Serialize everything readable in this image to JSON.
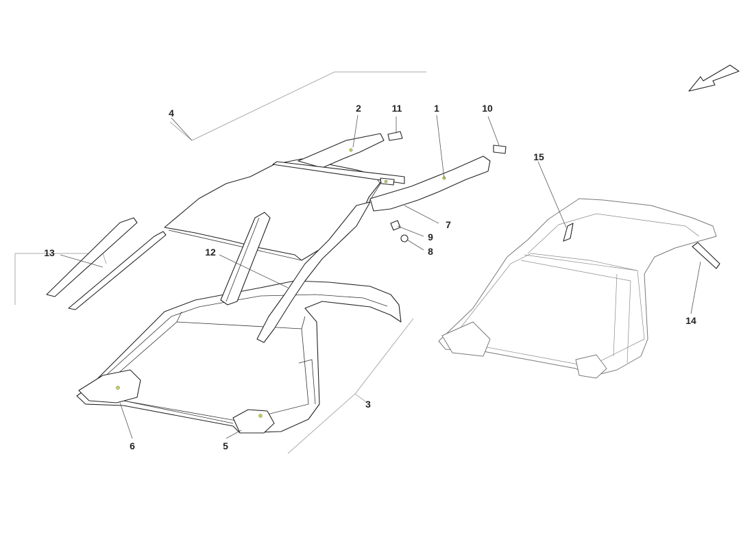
{
  "callouts": {
    "c1": "1",
    "c2": "2",
    "c3": "3",
    "c4": "4",
    "c5": "5",
    "c6": "6",
    "c7": "7",
    "c8": "8",
    "c9": "9",
    "c10": "10",
    "c11": "11",
    "c12": "12",
    "c13": "13",
    "c14": "14",
    "c15": "15"
  },
  "icons": {
    "direction": "direction-arrow-icon"
  },
  "colors": {
    "line": "#222222",
    "ghost": "#777777",
    "marker": "#c8d24a"
  }
}
